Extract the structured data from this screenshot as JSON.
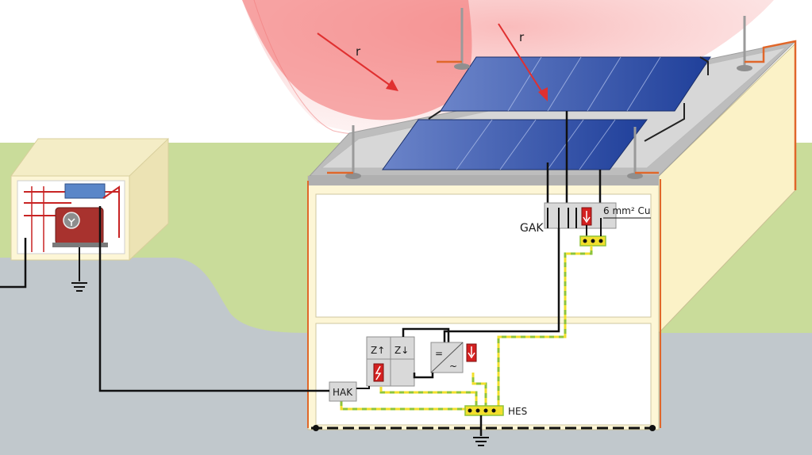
{
  "labels": {
    "r_left": "r",
    "r_right": "r",
    "gak": "GAK",
    "cable": "6 mm² Cu",
    "hak": "HAK",
    "hes": "HES",
    "meter_in": "Z↑",
    "meter_out": "Z↓",
    "inverter_dc": "=",
    "inverter_ac": "~"
  },
  "colors": {
    "sky": "#ffffff",
    "grass": "#c9dc9a",
    "ground": "#c1c8cc",
    "building": "#fdf6d6",
    "roof": "#c8c8c8",
    "panel": "#3d62b5",
    "arrow": "#e03030",
    "sphere": "#f08c8c",
    "earth_green": "#8fc43a",
    "earth_yellow": "#f2df2c",
    "surge": "#d42020",
    "box": "#d9d9d9"
  }
}
